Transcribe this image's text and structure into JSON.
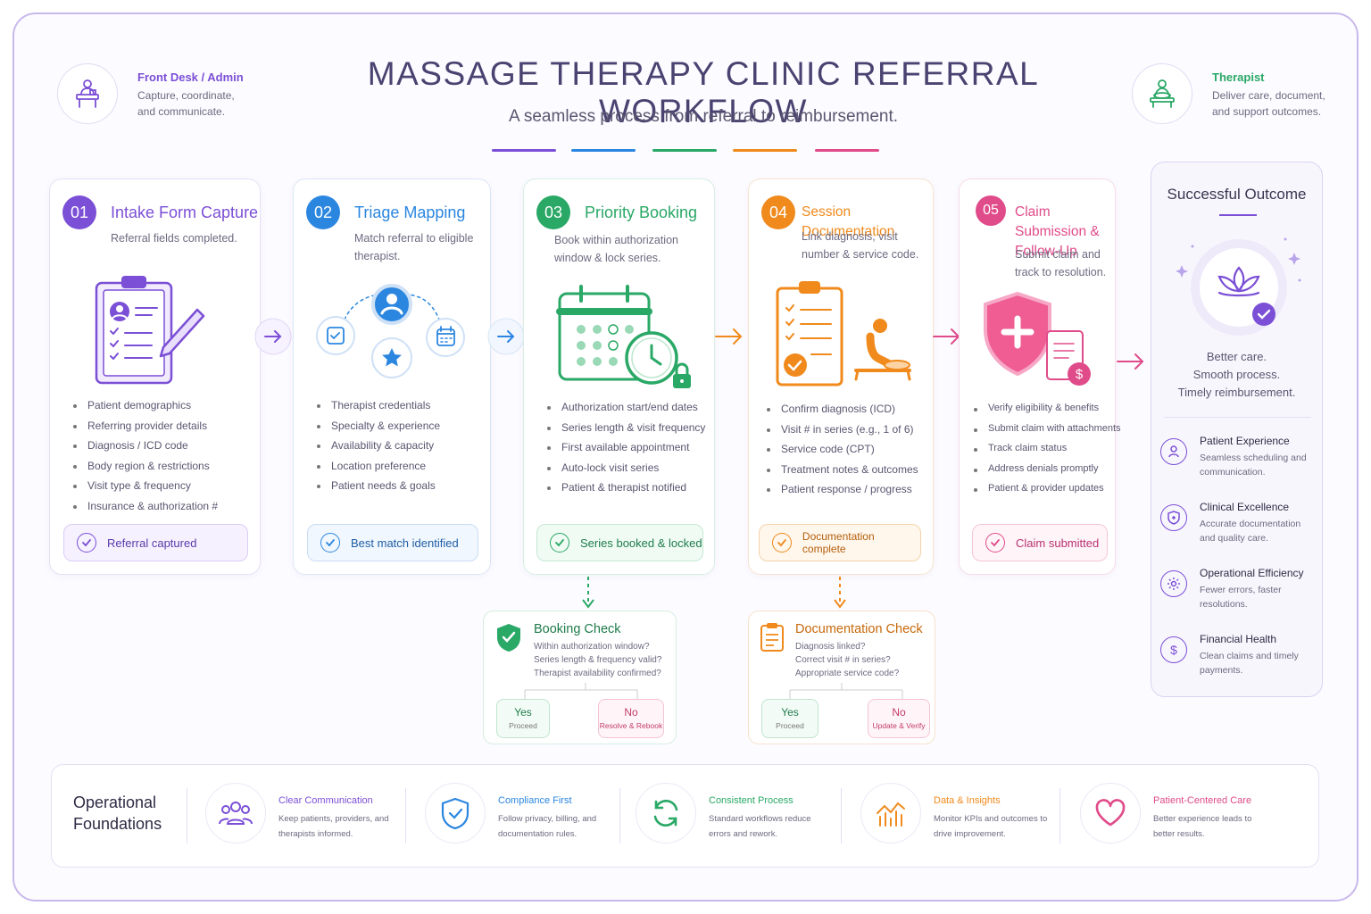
{
  "header": {
    "title": "MASSAGE THERAPY  CLINIC REFERRAL WORKFLOW",
    "subtitle": "A seamless process from referral to reimbursement.",
    "left_role": {
      "title": "Front Desk / Admin",
      "desc": "Capture, coordinate, and communicate.",
      "icon": "front-desk-icon",
      "color": "#7b4fd6"
    },
    "right_role": {
      "title": "Therapist",
      "desc": "Deliver care, document, and support outcomes.",
      "icon": "therapist-icon",
      "color": "#2aa866"
    },
    "rule_colors": [
      "#7b4fd6",
      "#2b86e0",
      "#2aa866",
      "#f08a1c",
      "#e04b8a"
    ]
  },
  "steps": [
    {
      "num": "01",
      "title": "Intake Form Capture",
      "desc": "Referral fields completed.",
      "color": "#7b4fd6",
      "bullets": [
        "Patient demographics",
        "Referring provider details",
        "Diagnosis / ICD code",
        "Body region & restrictions",
        "Visit type & frequency",
        "Insurance & authorization #"
      ],
      "status": "Referral captured",
      "icon": "clipboard-icon"
    },
    {
      "num": "02",
      "title": "Triage Mapping",
      "desc": "Match referral to eligible therapist.",
      "color": "#2b86e0",
      "bullets": [
        "Therapist credentials",
        "Specialty & experience",
        "Availability & capacity",
        "Location preference",
        "Patient needs & goals"
      ],
      "status": "Best match identified",
      "icon": "network-icon"
    },
    {
      "num": "03",
      "title": "Priority Booking",
      "desc": "Book within authorization window & lock series.",
      "color": "#2aa866",
      "bullets": [
        "Authorization start/end dates",
        "Series length & visit frequency",
        "First available appointment",
        "Auto-lock visit series",
        "Patient & therapist notified"
      ],
      "status": "Series booked & locked",
      "icon": "calendar-icon"
    },
    {
      "num": "04",
      "title": "Session Documentation",
      "desc": "Link diagnosis, visit number & service code.",
      "color": "#f08a1c",
      "bullets": [
        "Confirm diagnosis (ICD)",
        "Visit # in series (e.g., 1 of 6)",
        "Service code (CPT)",
        "Treatment notes & outcomes",
        "Patient response / progress"
      ],
      "status": "Documentation complete",
      "icon": "documentation-icon"
    },
    {
      "num": "05",
      "title": "Claim Submission & Follow-Up",
      "desc": "Submit claim and track to resolution.",
      "color": "#e04b8a",
      "bullets": [
        "Verify eligibility & benefits",
        "Submit claim with attachments",
        "Track claim status",
        "Address denials promptly",
        "Patient & provider updates"
      ],
      "status": "Claim submitted",
      "icon": "shield-plus-icon"
    }
  ],
  "checks": [
    {
      "title": "Booking Check",
      "lines": [
        "Within authorization window?",
        "Series length & frequency valid?",
        "Therapist availability confirmed?"
      ],
      "yes": "Yes",
      "yes_sub": "Proceed",
      "no": "No",
      "no_sub": "Resolve & Rebook",
      "color": "#2aa866"
    },
    {
      "title": "Documentation Check",
      "lines": [
        "Diagnosis linked?",
        "Correct visit # in series?",
        "Appropriate service code?"
      ],
      "yes": "Yes",
      "yes_sub": "Proceed",
      "no": "No",
      "no_sub": "Update & Verify",
      "color": "#f08a1c"
    }
  ],
  "outcome": {
    "title": "Successful Outcome",
    "lines": [
      "Better care.",
      "Smooth process.",
      "Timely reimbursement."
    ],
    "items": [
      {
        "title": "Patient Experience",
        "desc": "Seamless scheduling and communication.",
        "icon": "patient-experience-icon"
      },
      {
        "title": "Clinical Excellence",
        "desc": "Accurate documentation and quality care.",
        "icon": "clinical-excellence-icon"
      },
      {
        "title": "Operational Efficiency",
        "desc": "Fewer errors, faster resolutions.",
        "icon": "gear-icon"
      },
      {
        "title": "Financial Health",
        "desc": "Clean claims and timely payments.",
        "icon": "dollar-icon"
      }
    ]
  },
  "foundations": {
    "title": "Operational Foundations",
    "items": [
      {
        "title": "Clear Communication",
        "desc": "Keep patients, providers, and therapists informed.",
        "color": "#7b4fd6",
        "icon": "people-icon"
      },
      {
        "title": "Compliance First",
        "desc": "Follow privacy, billing, and documentation rules.",
        "color": "#2b86e0",
        "icon": "shield-check-icon"
      },
      {
        "title": "Consistent Process",
        "desc": "Standard workflows reduce errors and rework.",
        "color": "#2aa866",
        "icon": "refresh-icon"
      },
      {
        "title": "Data & Insights",
        "desc": "Monitor KPIs and outcomes to drive improvement.",
        "color": "#f08a1c",
        "icon": "chart-icon"
      },
      {
        "title": "Patient-Centered Care",
        "desc": "Better experience leads to better results.",
        "color": "#e04b8a",
        "icon": "heart-icon"
      }
    ]
  }
}
